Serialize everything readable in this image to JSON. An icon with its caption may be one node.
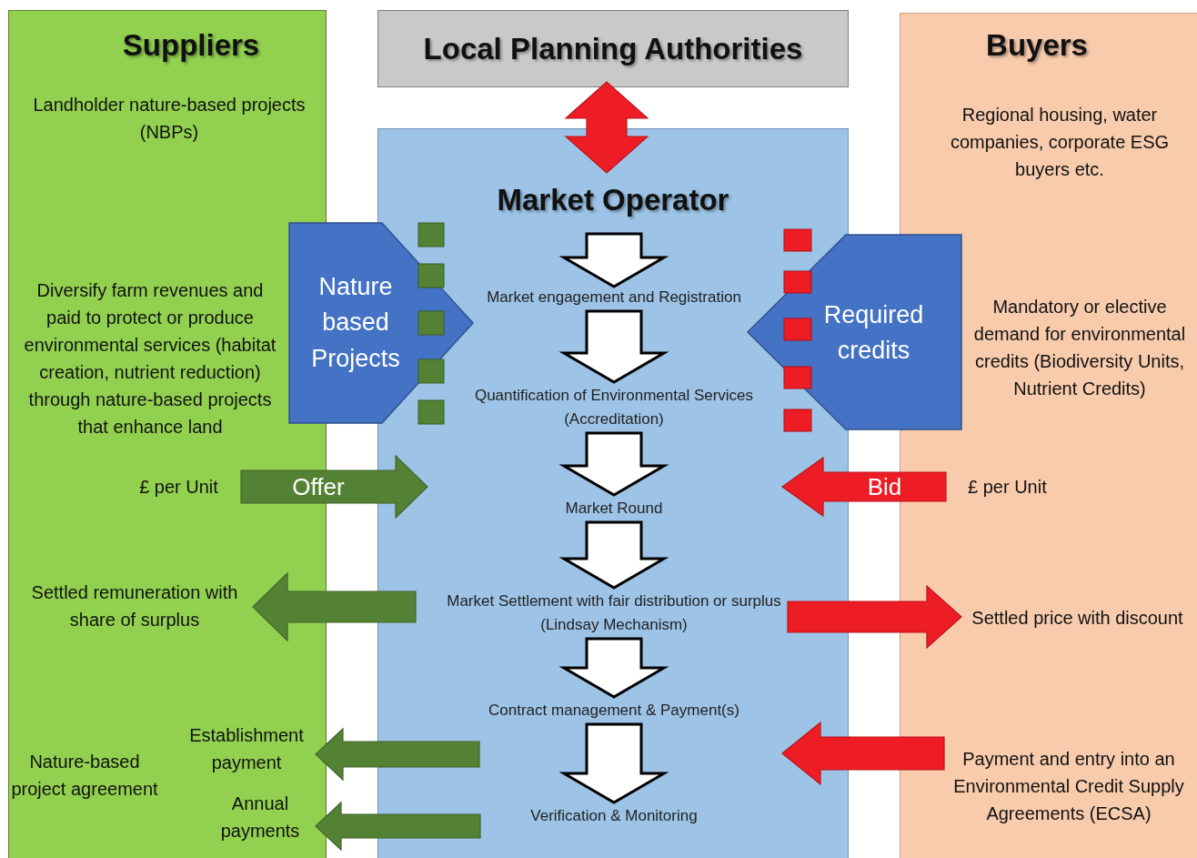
{
  "diagram": {
    "nodes": [
      {
        "text": [
          "Local Planning Authorities"
        ]
      },
      {
        "text": [
          "Suppliers",
          "Landholder nature-based projects (NBPs)",
          "Diversify farm revenues and paid to protect or produce environmental services (habitat creation, nutrient reduction) through nature-based projects that enhance land",
          "Nature-based project agreement"
        ]
      },
      {
        "text": [
          "£ per Unit"
        ],
        "in": 1
      },
      {
        "text": [
          "Settled remuneration with share of surplus"
        ],
        "in": 1
      },
      {
        "text": [
          "Establishment payment"
        ],
        "in": 1
      },
      {
        "text": [
          "Annual payments"
        ],
        "in": 1
      },
      {
        "text": [
          "Market Operator"
        ]
      },
      {
        "text": [
          "Market engagement and Registration"
        ],
        "in": 6
      },
      {
        "text": [
          "Quantification of Environmental Services (Accreditation)"
        ],
        "in": 6
      },
      {
        "text": [
          "Market Round"
        ],
        "in": 6
      },
      {
        "text": [
          "Market Settlement with fair distribution or surplus (Lindsay Mechanism)"
        ],
        "in": 6
      },
      {
        "text": [
          "Contract management & Payment(s)"
        ],
        "in": 6
      },
      {
        "text": [
          "Verification & Monitoring"
        ],
        "in": 6
      },
      {
        "text": [
          "Nature based Projects"
        ]
      },
      {
        "text": [
          "Required credits"
        ]
      },
      {
        "text": [
          "Buyers",
          "Regional housing, water companies, corporate ESG buyers etc.",
          "Mandatory or elective demand for environmental credits (Biodiversity Units, Nutrient Credits)"
        ]
      },
      {
        "text": [
          "£ per Unit"
        ],
        "in": 15
      },
      {
        "text": [
          "Settled price with discount"
        ],
        "in": 15
      },
      {
        "text": [
          "Payment and entry into an Environmental Credit Supply Agreements (ECSA)"
        ],
        "in": 15
      }
    ],
    "edges": [
      {
        "from": 0,
        "to": 6,
        "arrow": "both",
        "style": "thick",
        "color": "#ee1c24"
      },
      {
        "from": 2,
        "to": 6,
        "arrow": "to",
        "label": "Offer",
        "style": "thick",
        "color": "#548235"
      },
      {
        "from": 16,
        "to": 6,
        "arrow": "to",
        "label": "Bid",
        "style": "thick",
        "color": "#ee1c24"
      },
      {
        "from": 6,
        "to": 3,
        "arrow": "to",
        "style": "thick",
        "color": "#548235"
      },
      {
        "from": 6,
        "to": 17,
        "arrow": "to",
        "style": "thick",
        "color": "#ee1c24"
      },
      {
        "from": 18,
        "to": 6,
        "arrow": "to",
        "style": "thick",
        "color": "#ee1c24"
      },
      {
        "from": 6,
        "to": 4,
        "arrow": "to",
        "style": "thick",
        "color": "#548235"
      },
      {
        "from": 6,
        "to": 5,
        "arrow": "to",
        "style": "thick",
        "color": "#548235"
      },
      {
        "from": null,
        "to": 7,
        "arrow": "to",
        "style": "thick"
      },
      {
        "from": 7,
        "to": 8,
        "arrow": "to",
        "style": "thick"
      },
      {
        "from": 8,
        "to": 9,
        "arrow": "to",
        "style": "thick"
      },
      {
        "from": 9,
        "to": 10,
        "arrow": "to",
        "style": "thick"
      },
      {
        "from": 10,
        "to": 11,
        "arrow": "to",
        "style": "thick"
      },
      {
        "from": 11,
        "to": 12,
        "arrow": "to",
        "style": "thick"
      }
    ]
  }
}
